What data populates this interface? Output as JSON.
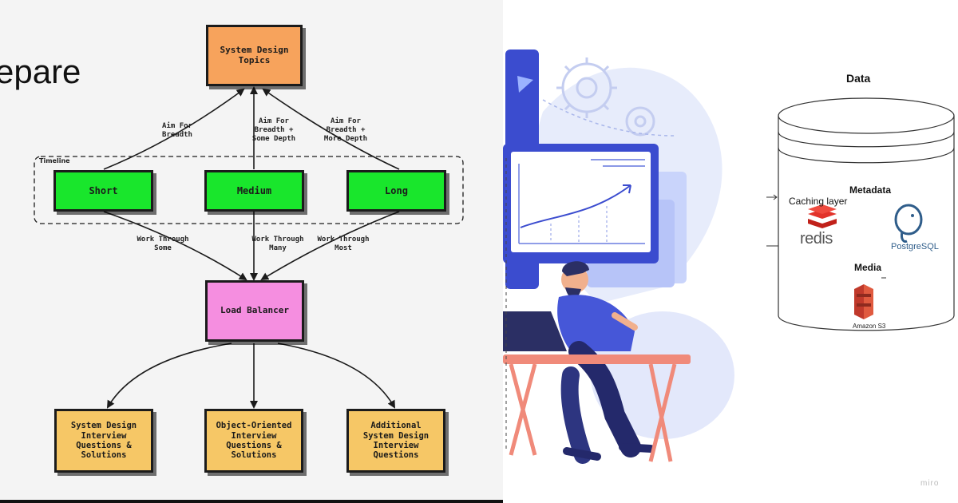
{
  "left": {
    "slide_word": "epare",
    "timeline_label": "Timeline",
    "boxes": {
      "top": {
        "lines": [
          "System Design",
          "Topics"
        ]
      },
      "short": {
        "lines": [
          "Short"
        ]
      },
      "medium": {
        "lines": [
          "Medium"
        ]
      },
      "long": {
        "lines": [
          "Long"
        ]
      },
      "load_balancer": {
        "lines": [
          "Load Balancer"
        ]
      },
      "bottom1": {
        "lines": [
          "System Design",
          "Interview",
          "Questions &",
          "Solutions"
        ]
      },
      "bottom2": {
        "lines": [
          "Object-Oriented",
          "Interview",
          "Questions &",
          "Solutions"
        ]
      },
      "bottom3": {
        "lines": [
          "Additional",
          "System Design",
          "Interview",
          "Questions"
        ]
      }
    },
    "edge_labels": {
      "aim_short": "Aim For\nBreadth",
      "aim_medium": "Aim For\nBreadth +\nSome Depth",
      "aim_long": "Aim For\nBreadth +\nMore Depth",
      "work_short": "Work Through\nSome",
      "work_medium": "Work Through\nMany",
      "work_long": "Work Through\nMost"
    },
    "colors": {
      "top_box": "#f7a35c",
      "timeline_box": "#19e62c",
      "load_balancer_box": "#f58ee0",
      "bottom_box": "#f6c766"
    }
  },
  "right": {
    "title": "Data",
    "metadata_label": "Metadata",
    "caching_label": "Caching layer",
    "redis_label": "redis",
    "postgres_label": "PostgreSQL",
    "media_label": "Media",
    "s3_label": "Amazon S3",
    "watermark": "miro"
  },
  "icons": [
    "redis-icon",
    "postgresql-elephant-icon",
    "amazon-s3-icon",
    "gear-icon",
    "analytics-monitor-icon",
    "person-at-desk-illustration"
  ]
}
